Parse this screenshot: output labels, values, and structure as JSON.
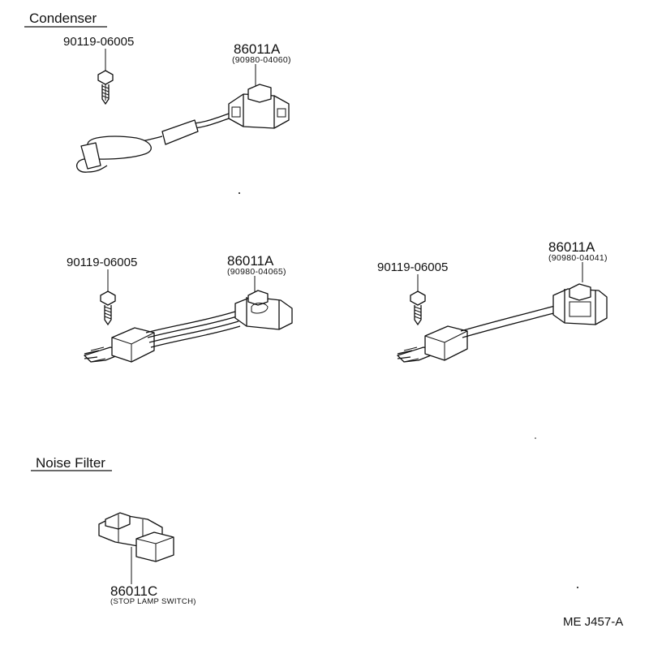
{
  "sections": {
    "condenser": "Condenser",
    "noise_filter": "Noise Filter"
  },
  "callouts": {
    "screw_1": "90119-06005",
    "screw_2": "90119-06005",
    "screw_3": "90119-06005",
    "cond_1_part": "86011A",
    "cond_1_sub": "(90980-04060)",
    "cond_2_part": "86011A",
    "cond_2_sub": "(90980-04065)",
    "cond_3_part": "86011A",
    "cond_3_sub": "(90980-04041)",
    "filter_part": "86011C",
    "filter_sub": "(STOP LAMP SWITCH)"
  },
  "drawing_code": "ME J457-A"
}
